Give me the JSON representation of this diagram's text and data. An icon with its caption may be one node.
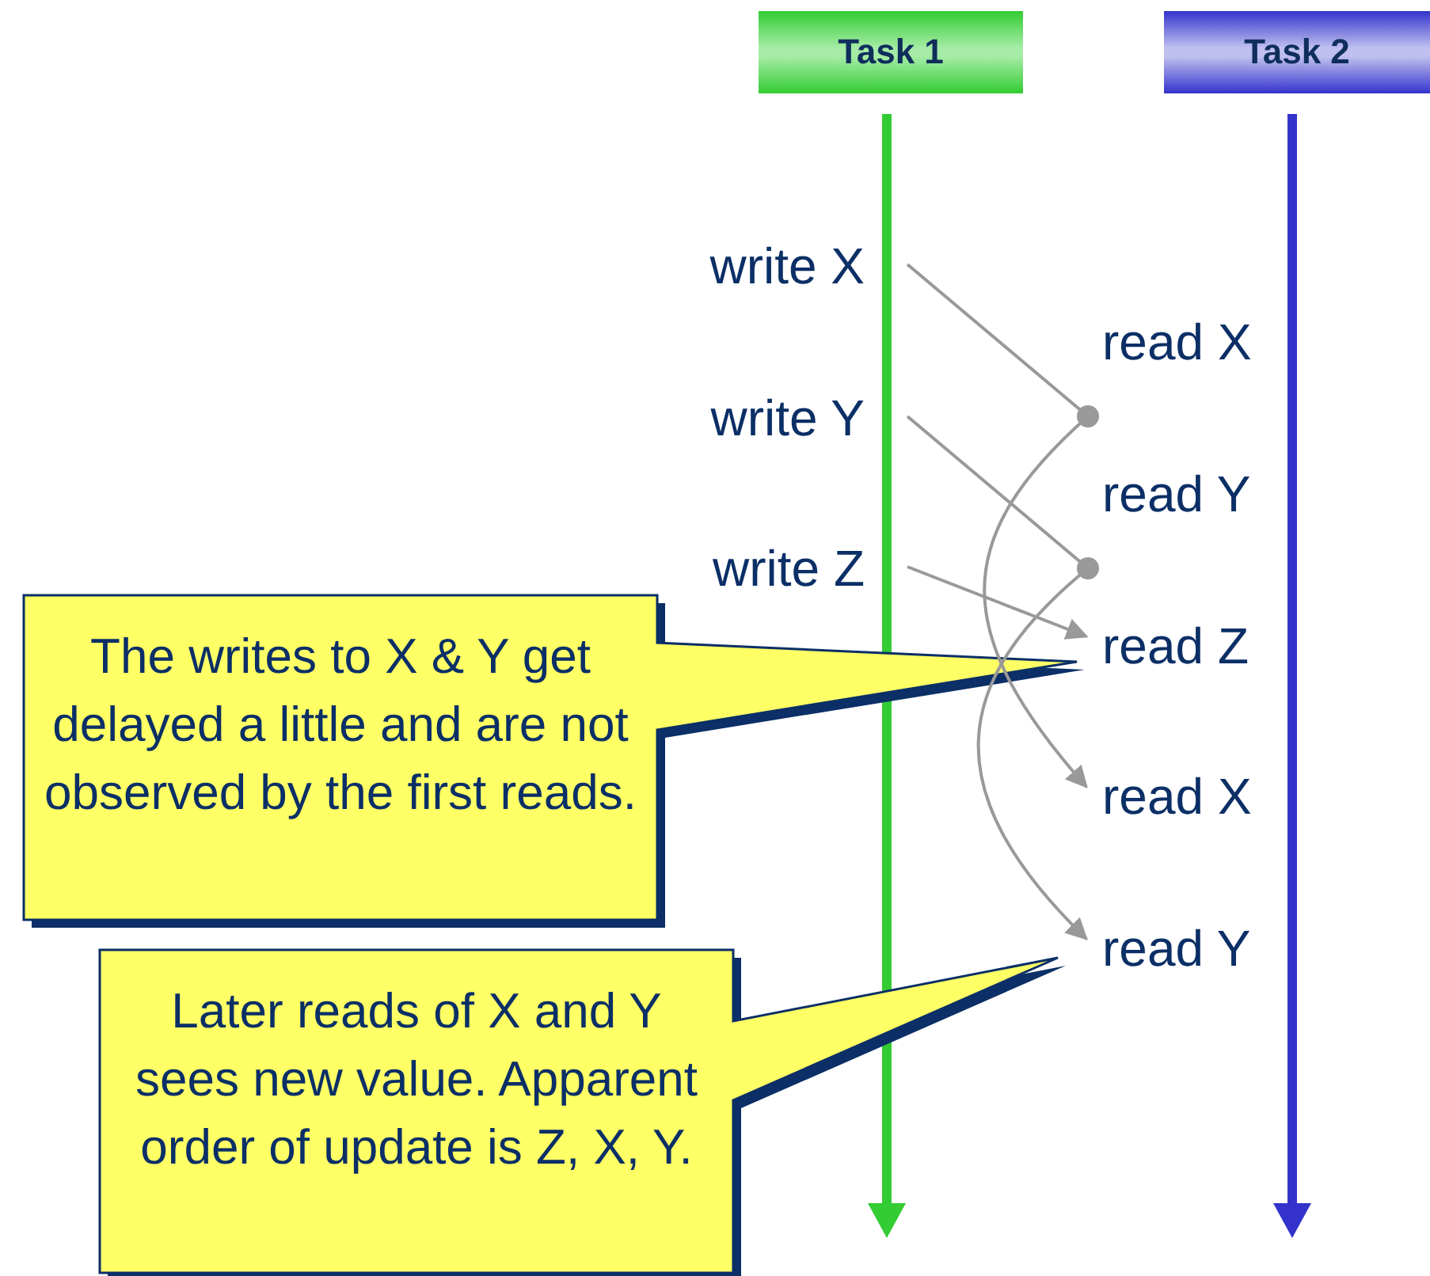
{
  "diagram": {
    "nodes": [
      {
        "text": [
          "Task 1"
        ]
      },
      {
        "text": [
          "Task 2"
        ]
      },
      {
        "text": [
          "write X"
        ]
      },
      {
        "text": [
          "write Y"
        ]
      },
      {
        "text": [
          "write Z"
        ]
      },
      {
        "text": [
          "read X"
        ]
      },
      {
        "text": [
          "read Y"
        ]
      },
      {
        "text": [
          "read Z"
        ]
      },
      {
        "text": [
          "read X"
        ]
      },
      {
        "text": [
          "read Y"
        ]
      },
      {
        "text": [
          "The writes to X & Y get delayed a little and are not observed by the first reads."
        ]
      },
      {
        "text": [
          "Later reads of X and Y sees new value. Apparent order of update is Z, X, Y."
        ]
      }
    ],
    "edges": [
      {
        "from": 2,
        "to": 8,
        "arrow": "to"
      },
      {
        "from": 3,
        "to": 9,
        "arrow": "to"
      },
      {
        "from": 4,
        "to": 7,
        "arrow": "to"
      }
    ]
  }
}
